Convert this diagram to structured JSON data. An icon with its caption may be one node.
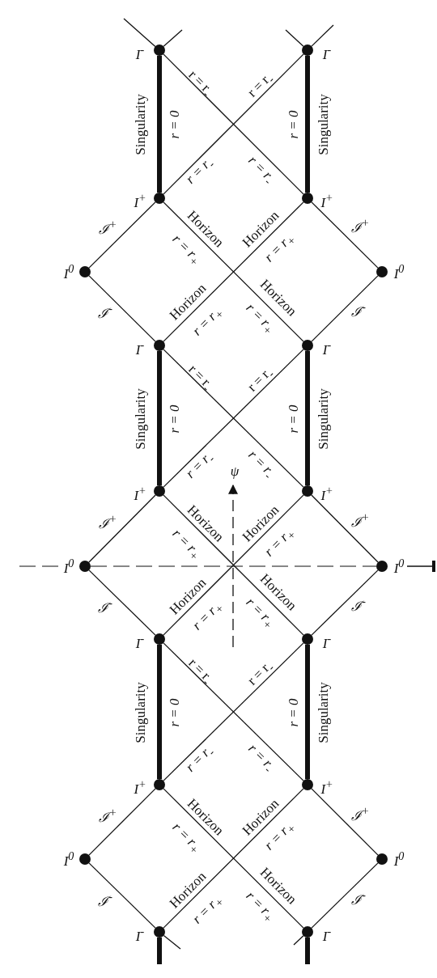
{
  "diagram": {
    "nodes": [
      {
        "text": [],
        "shape": "circle",
        "beside": [
          "I$^{-}$"
        ]
      },
      {
        "text": [],
        "shape": "circle",
        "beside": [
          "I$^{-}$"
        ]
      },
      {
        "text": [],
        "shape": "circle",
        "beside": [
          "I$^{+}$"
        ]
      },
      {
        "text": [],
        "shape": "circle",
        "beside": [
          "I$^{+}$"
        ]
      },
      {
        "text": [],
        "shape": "circle",
        "beside": [
          "I$^{0}$"
        ]
      },
      {
        "text": [],
        "shape": "circle",
        "beside": [
          "I$^{0}$"
        ]
      },
      {
        "text": [],
        "shape": "circle",
        "beside": [
          "I$^{-}$"
        ]
      },
      {
        "text": [],
        "shape": "circle",
        "beside": [
          "I$^{-}$"
        ]
      },
      {
        "text": [],
        "shape": "circle",
        "beside": [
          "I$^{+}$"
        ]
      },
      {
        "text": [],
        "shape": "circle",
        "beside": [
          "I$^{+}$"
        ]
      },
      {
        "text": [],
        "shape": "circle",
        "beside": [
          "I$^{0}$"
        ]
      },
      {
        "text": [],
        "shape": "circle",
        "beside": [
          "I$^{0}$"
        ]
      },
      {
        "text": [],
        "shape": "circle",
        "beside": [
          "I$^{-}$"
        ]
      },
      {
        "text": [],
        "shape": "circle",
        "beside": [
          "I$^{-}$"
        ]
      },
      {
        "text": [],
        "shape": "circle",
        "beside": [
          "I$^{+}$"
        ]
      },
      {
        "text": [],
        "shape": "circle",
        "beside": [
          "I$^{+}$"
        ]
      },
      {
        "text": [],
        "shape": "circle",
        "beside": [
          "I$^{0}$"
        ]
      },
      {
        "text": [],
        "shape": "circle",
        "beside": [
          "I$^{0}$"
        ]
      },
      {
        "text": [],
        "shape": "circle",
        "beside": [
          "I$^{-}$"
        ]
      },
      {
        "text": [],
        "shape": "circle",
        "beside": [
          "I$^{-}$"
        ]
      }
    ],
    "edges": [
      {
        "from": 0,
        "to": 2,
        "arrow": "none",
        "style": "thick"
      },
      {
        "from": 1,
        "to": 3,
        "arrow": "none",
        "style": "thick"
      },
      {
        "from": 0,
        "to": 3,
        "arrow": "none",
        "label": "r = r$_{-}$"
      },
      {
        "from": 1,
        "to": 2,
        "arrow": "none",
        "label": "r = r$_{-}$"
      },
      {
        "from": 2,
        "to": 7,
        "arrow": "none",
        "label": "Horizon"
      },
      {
        "from": 3,
        "to": 6,
        "arrow": "none",
        "label": "Horizon"
      },
      {
        "from": 2,
        "to": 4,
        "arrow": "none"
      },
      {
        "from": 4,
        "to": 6,
        "arrow": "none"
      },
      {
        "from": 3,
        "to": 5,
        "arrow": "none"
      },
      {
        "from": 5,
        "to": 7,
        "arrow": "none"
      },
      {
        "from": 6,
        "to": 8,
        "arrow": "none",
        "style": "thick"
      },
      {
        "from": 7,
        "to": 9,
        "arrow": "none",
        "style": "thick"
      },
      {
        "from": 6,
        "to": 9,
        "arrow": "none",
        "label": "r = r$_{-}$"
      },
      {
        "from": 7,
        "to": 8,
        "arrow": "none",
        "label": "r = r$_{-}$"
      },
      {
        "from": 8,
        "to": 13,
        "arrow": "none",
        "label": "Horizon"
      },
      {
        "from": 9,
        "to": 12,
        "arrow": "none",
        "label": "Horizon"
      },
      {
        "from": 8,
        "to": 10,
        "arrow": "none"
      },
      {
        "from": 10,
        "to": 12,
        "arrow": "none"
      },
      {
        "from": 9,
        "to": 11,
        "arrow": "none"
      },
      {
        "from": 11,
        "to": 13,
        "arrow": "none"
      },
      {
        "from": 12,
        "to": 14,
        "arrow": "none",
        "style": "thick"
      },
      {
        "from": 13,
        "to": 15,
        "arrow": "none",
        "style": "thick"
      },
      {
        "from": 12,
        "to": 15,
        "arrow": "none",
        "label": "r = r$_{-}$"
      },
      {
        "from": 13,
        "to": 14,
        "arrow": "none",
        "label": "r = r$_{-}$"
      },
      {
        "from": 14,
        "to": 19,
        "arrow": "none",
        "label": "Horizon"
      },
      {
        "from": 15,
        "to": 18,
        "arrow": "none",
        "label": "Horizon"
      },
      {
        "from": 14,
        "to": 16,
        "arrow": "none"
      },
      {
        "from": 16,
        "to": 18,
        "arrow": "none"
      },
      {
        "from": 15,
        "to": 17,
        "arrow": "none"
      },
      {
        "from": 17,
        "to": 19,
        "arrow": "none"
      },
      {
        "from": 10,
        "to": 11,
        "arrow": "none",
        "style": "dashed"
      },
      {
        "from": 0,
        "to": null,
        "arrow": "none"
      },
      {
        "from": 0,
        "to": null,
        "arrow": "none"
      },
      {
        "from": 1,
        "to": null,
        "arrow": "none"
      },
      {
        "from": 1,
        "to": null,
        "arrow": "none"
      },
      {
        "from": 18,
        "to": null,
        "arrow": "none",
        "style": "thick"
      },
      {
        "from": 18,
        "to": null,
        "arrow": "none"
      },
      {
        "from": 19,
        "to": null,
        "arrow": "none",
        "style": "thick"
      },
      {
        "from": 19,
        "to": null,
        "arrow": "none"
      },
      {
        "from": 10,
        "to": null,
        "arrow": "none",
        "style": "dashed"
      },
      {
        "from": 11,
        "to": null,
        "arrow": "other"
      }
    ],
    "labels": [
      "Singularity",
      "r = 0",
      "r = 0",
      "Singularity",
      "r = r$_{-}$",
      "r = r$_{-}$",
      "ℐ$^{+}$",
      "ℐ$^{+}$",
      "r = r$_{+}$",
      "r = r$_{+}$",
      "Horizon",
      "Horizon",
      "r = r$_{+}$",
      "r = r$_{+}$",
      "ℐ$^{-}$",
      "ℐ$^{-}$",
      "Singularity",
      "r = 0",
      "r = 0",
      "Singularity",
      "r = r$_{-}$",
      "r = r$_{-}$",
      "ℐ$^{+}$",
      "ℐ$^{+}$",
      "r = r$_{+}$",
      "r = r$_{+}$",
      "Horizon",
      "Horizon",
      "r = r$_{+}$",
      "r = r$_{+}$",
      "ℐ$^{-}$",
      "ℐ$^{-}$",
      "Singularity",
      "r = 0",
      "r = 0",
      "Singularity",
      "r = r$_{-}$",
      "r = r$_{-}$",
      "ℐ$^{+}$",
      "ℐ$^{+}$",
      "r = r$_{+}$",
      "r = r$_{+}$",
      "Horizon",
      "Horizon",
      "r = r$_{+}$",
      "r = r$_{+}$",
      "ℐ$^{-}$",
      "ℐ$^{-}$",
      "ψ"
    ]
  }
}
